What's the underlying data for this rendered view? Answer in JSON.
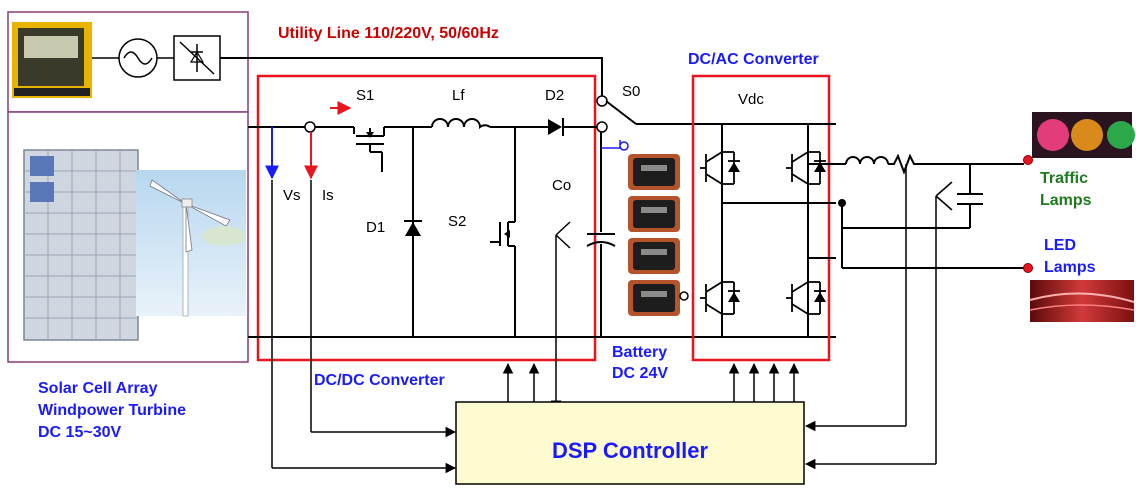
{
  "labels": {
    "utility_line": "Utility Line 110/220V, 50/60Hz",
    "dcac_converter": "DC/AC Converter",
    "dcdc_converter": "DC/DC Converter",
    "battery_line1": "Battery",
    "battery_line2": "DC 24V",
    "source_line1": "Solar Cell Array",
    "source_line2": "Windpower Turbine",
    "source_line3": "DC 15~30V",
    "traffic_line1": "Traffic",
    "traffic_line2": "Lamps",
    "led_line1": "LED",
    "led_line2": "Lamps",
    "dsp_controller": "DSP Controller"
  },
  "components": {
    "s1": "S1",
    "lf": "Lf",
    "d2": "D2",
    "s0": "S0",
    "vdc": "Vdc",
    "vs": "Vs",
    "is": "Is",
    "d1": "D1",
    "s2": "S2",
    "co": "Co"
  },
  "colors": {
    "box_red": "#e8141e",
    "box_purple": "#8b3a7a",
    "dsp_fill": "#fffbd0",
    "sense_blue": "#1a1aff",
    "sense_red": "#e8141e"
  }
}
